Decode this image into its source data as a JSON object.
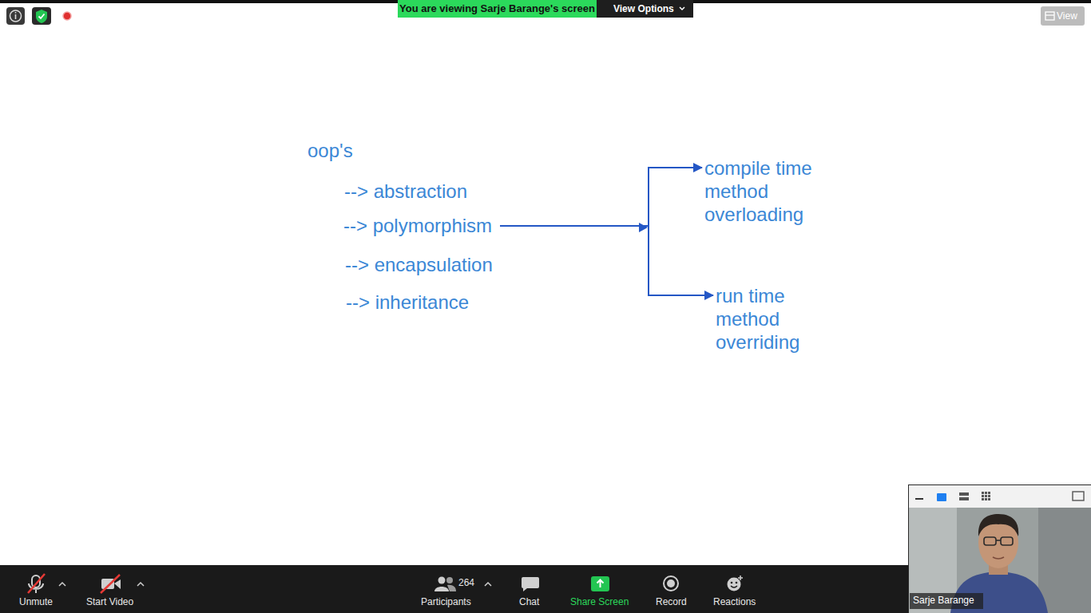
{
  "diagram": {
    "nodes": [
      {
        "text": [
          "--> polymorphism"
        ]
      },
      {
        "text": [
          "compile time method overloading"
        ]
      },
      {
        "text": [
          "run time method overriding"
        ]
      }
    ],
    "edges": [
      {
        "from": 0,
        "to": 1,
        "arrow": "to"
      },
      {
        "from": 0,
        "to": 2,
        "arrow": "to"
      }
    ],
    "labels": [
      "oop's",
      "--> abstraction",
      "--> encapsulation",
      "--> inheritance",
      "You are viewing Sarje Barange's screen",
      "View Options",
      "View",
      "Unmute",
      "Start Video",
      "264",
      "Participants",
      "Chat",
      "Share Screen",
      "Record",
      "Reactions",
      "Sarje Barange"
    ]
  }
}
